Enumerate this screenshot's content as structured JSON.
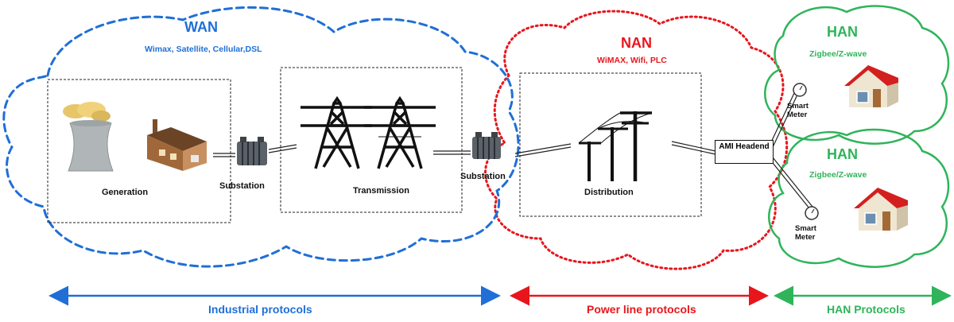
{
  "colors": {
    "wan": "#1f6fd6",
    "nan": "#e8161c",
    "han": "#2fb45a",
    "frame": "#222222",
    "line": "#222222"
  },
  "wan": {
    "title": "WAN",
    "protocols": "Wimax, Satellite, Cellular,DSL"
  },
  "nan": {
    "title": "NAN",
    "protocols": "WiMAX, Wifi, PLC"
  },
  "han_top": {
    "title": "HAN",
    "protocols": "Zigbee/Z-wave",
    "meter_label": "Smart Meter"
  },
  "han_bottom": {
    "title": "HAN",
    "protocols": "Zigbee/Z-wave",
    "meter_label": "Smart Meter"
  },
  "stages": {
    "generation": "Generation",
    "substation_1": "Substation",
    "transmission": "Transmission",
    "substation_2": "Substation",
    "distribution": "Distribution"
  },
  "ami_headend": "AMI Headend",
  "protocol_bands": {
    "industrial": "Industrial protocols",
    "power_line": "Power line protocols",
    "han": "HAN Protocols"
  },
  "icons": [
    "cooling-tower-icon",
    "factory-icon",
    "transformer-icon",
    "transmission-tower-icon",
    "utility-pole-icon",
    "smart-meter-icon",
    "house-icon"
  ]
}
